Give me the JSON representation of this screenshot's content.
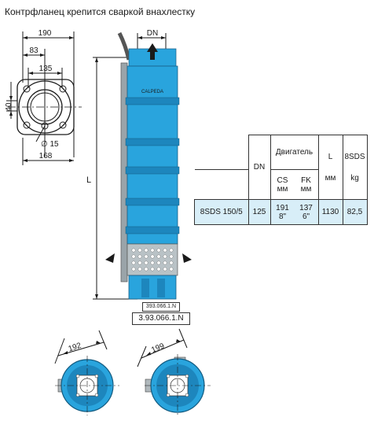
{
  "caption": "Контрфланец крепится сваркой внахлестку",
  "flange": {
    "dim_width": "190",
    "dim_offset": "83",
    "dim_pcd": "135",
    "dim_height": "40",
    "dim_hole": "∅ 15",
    "dim_bottom": "168"
  },
  "pump": {
    "dim_dn": "DN",
    "dim_length": "L",
    "brand": "CALPEDA",
    "code_small": "393.066.1.N",
    "code_large": "3.93.066.1.N"
  },
  "table": {
    "col_dn": "DN",
    "col_motor": "Двигатель",
    "col_cs": "CS",
    "col_fk": "FK",
    "col_l": "L",
    "col_model": "8SDS",
    "unit_mm": "мм",
    "unit_kg": "kg",
    "row": {
      "model": "8SDS 150/5",
      "dn": "125",
      "cs_mm": "191",
      "cs_in": "8\"",
      "fk_mm": "137",
      "fk_in": "6\"",
      "l": "1130",
      "kg": "82,5"
    }
  },
  "bottom_views": {
    "left_dim": "192",
    "right_dim": "199"
  },
  "colors": {
    "pump_blue": "#29a4dd",
    "pump_dark": "#1d86bd",
    "table_highlight": "#d8eef8"
  }
}
